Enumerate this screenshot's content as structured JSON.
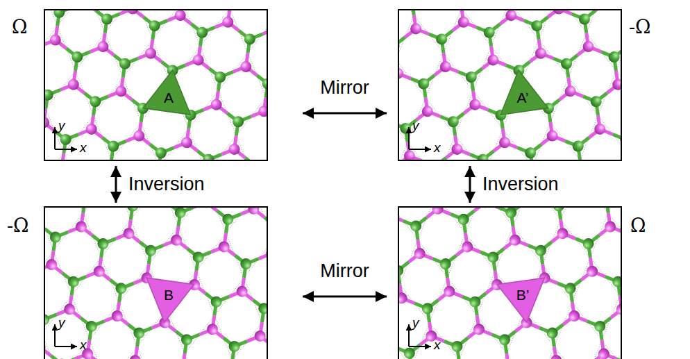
{
  "diagram": {
    "nodes": [
      {
        "text": [
          "Ω"
        ]
      },
      {
        "text": [
          "A"
        ],
        "in": 0
      },
      {
        "text": [
          "-Ω"
        ]
      },
      {
        "text": [
          "A’"
        ],
        "in": 2
      },
      {
        "text": [
          "-Ω"
        ]
      },
      {
        "text": [
          "B"
        ],
        "in": 4
      },
      {
        "text": [
          "Ω"
        ]
      },
      {
        "text": [
          "B’"
        ],
        "in": 6
      }
    ],
    "edges": [
      {
        "from": 0,
        "to": 2,
        "label": "Mirror",
        "arrow": "both"
      },
      {
        "from": 0,
        "to": 4,
        "label": "Inversion",
        "arrow": "both"
      },
      {
        "from": 2,
        "to": 6,
        "label": "Inversion",
        "arrow": "both"
      },
      {
        "from": 4,
        "to": 6,
        "label": "Mirror",
        "arrow": "both"
      }
    ],
    "labels": [
      "y",
      "x",
      "y",
      "x",
      "y",
      "x",
      "y",
      "x"
    ]
  }
}
